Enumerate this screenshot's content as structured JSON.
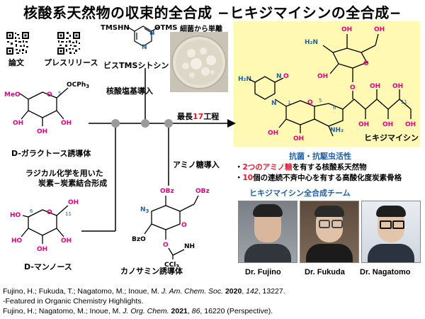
{
  "title": "核酸系天然物の収束的全合成 −ヒキジマイシンの全合成−",
  "qr": {
    "paper_label": "論文",
    "press_label": "プレスリリース"
  },
  "reagent": {
    "tmsh_label": "TMSHN",
    "otms_label": "OTMS",
    "name": "ビスTMSシトシン"
  },
  "bacteria_label": "細菌から単離",
  "step_nucleobase": "核酸塩基導入",
  "longest_steps": {
    "prefix": "最長",
    "number": "17",
    "suffix": "工程"
  },
  "step_radical": {
    "line1": "ラジカル化学を用いた",
    "line2": "炭素−炭素結合形成"
  },
  "step_amino": "アミノ糖導入",
  "galactose": {
    "name": "D-ガラクトース誘導体",
    "me_label": "MeO",
    "ocph3_label": "OCPh",
    "ocph3_sub": "3",
    "oh_label": "OH",
    "num5": "5"
  },
  "mannose": {
    "name": "D-マンノース",
    "num6": "6",
    "num11": "11",
    "o_label": "O",
    "oh_label": "OH",
    "ho_label": "HO"
  },
  "kanosamine": {
    "name": "カノサミン誘導体",
    "n3_label": "N",
    "n3_sub": "3",
    "obz_label": "OBz",
    "bzo_label": "BzO",
    "o_label": "O",
    "nh_label": "NH",
    "ccl3_label": "CCl",
    "ccl3_sub": "3"
  },
  "hikizimycin": {
    "name": "ヒキジマイシン",
    "h2n_label": "H₂N",
    "nh2_label": "NH₂",
    "oh_label": "OH",
    "o_label": "O",
    "n_label": "N",
    "num1": "1",
    "num5": "5",
    "num6": "6",
    "num11": "11"
  },
  "activity": {
    "title": "抗菌・抗駆虫活性",
    "bullet1_pre": "・",
    "bullet1_red": "2つのアミノ糖",
    "bullet1_post": "を有する核酸系天然物",
    "bullet2_pre": "・",
    "bullet2_red": "10",
    "bullet2_post": "個の連続不斉中心を有する高酸化度炭素骨格"
  },
  "team": {
    "title": "ヒキジマイシン全合成チーム",
    "members": [
      "Dr. Fujino",
      "Dr. Fukuda",
      "Dr. Nagatomo"
    ]
  },
  "references": [
    {
      "authors": "Fujino, H.; Fukuda, T.; Nagatomo, M.; Inoue, M. ",
      "journal": "J. Am. Chem. Soc.",
      "year": "2020",
      "volume": "142",
      "pages": ", 13227."
    },
    {
      "note": "-Featured in Organic Chemistry Highlights."
    },
    {
      "authors": "Fujino, H.; Nagatomo, M.; Inoue, M. ",
      "journal": "J. Org. Chem.",
      "year": "2021",
      "volume": "86",
      "pages": ", 16220 (Perspective)."
    }
  ],
  "colors": {
    "pink": "#e4007f",
    "red": "#e8182e",
    "blue": "#1f5fa8",
    "yellow": "#fff9b3",
    "gray": "#9a9a9a"
  },
  "icons": [
    "qr-code-icon",
    "bacteria-petri-dish-icon",
    "arrow-right-icon"
  ]
}
